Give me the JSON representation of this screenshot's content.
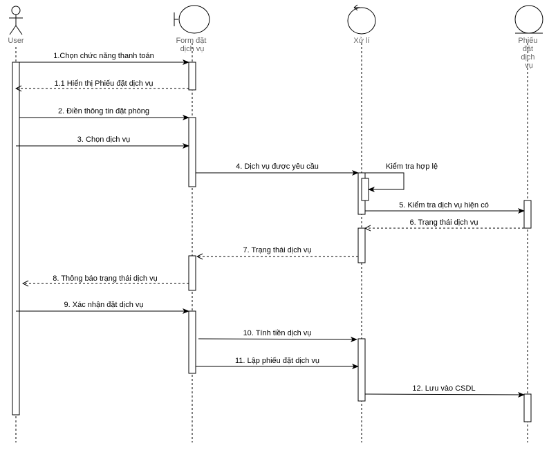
{
  "participants": [
    {
      "id": "user",
      "kind": "actor",
      "lines": [
        "User"
      ]
    },
    {
      "id": "form",
      "kind": "boundary",
      "lines": [
        "Form đặt",
        "dịch vụ"
      ]
    },
    {
      "id": "xuli",
      "kind": "control",
      "lines": [
        "Xử lí"
      ]
    },
    {
      "id": "phieu",
      "kind": "entity",
      "lines": [
        "Phiếu",
        "đặt",
        "dịch",
        "vụ"
      ]
    }
  ],
  "messages": [
    {
      "label": "1.Chọn chức năng thanh toán",
      "from": "user",
      "to": "form",
      "type": "sync"
    },
    {
      "label": "1.1 Hiển thị Phiếu đặt dịch vụ",
      "from": "form",
      "to": "user",
      "type": "return"
    },
    {
      "label": "2. Điền thông tin đặt phòng",
      "from": "user",
      "to": "form",
      "type": "sync"
    },
    {
      "label": "3. Chọn dịch vụ",
      "from": "user",
      "to": "form",
      "type": "sync"
    },
    {
      "label": "4. Dịch vụ được yêu cầu",
      "from": "form",
      "to": "xuli",
      "type": "sync"
    },
    {
      "label": "Kiểm tra hợp lệ",
      "from": "xuli",
      "to": "xuli",
      "type": "self"
    },
    {
      "label": "5. Kiểm tra dịch vụ hiện có",
      "from": "xuli",
      "to": "phieu",
      "type": "sync"
    },
    {
      "label": "6. Trạng thái dịch vụ",
      "from": "phieu",
      "to": "xuli",
      "type": "return"
    },
    {
      "label": "7. Trạng thái dịch vụ",
      "from": "xuli",
      "to": "form",
      "type": "return"
    },
    {
      "label": "8. Thông báo trạng thái dịch vụ",
      "from": "form",
      "to": "user",
      "type": "return"
    },
    {
      "label": "9. Xác nhận đặt dịch vụ",
      "from": "user",
      "to": "form",
      "type": "sync"
    },
    {
      "label": "10. Tính tiền dịch vụ",
      "from": "form",
      "to": "xuli",
      "type": "sync"
    },
    {
      "label": "11. Lập phiếu đặt dịch vụ",
      "from": "form",
      "to": "xuli",
      "type": "sync"
    },
    {
      "label": "12. Lưu vào CSDL",
      "from": "xuli",
      "to": "phieu",
      "type": "sync"
    }
  ]
}
